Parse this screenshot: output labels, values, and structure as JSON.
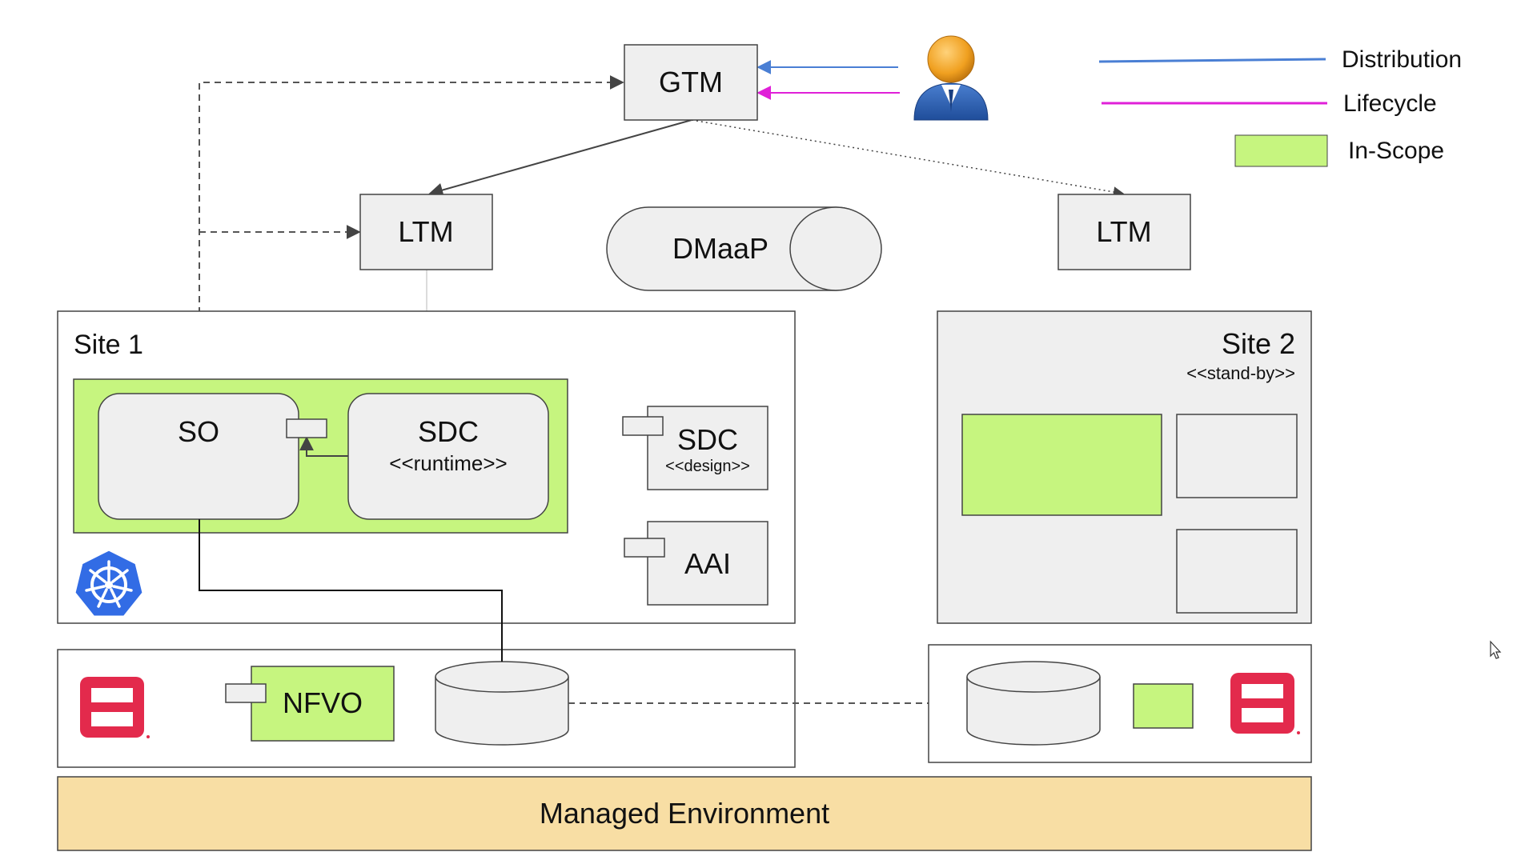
{
  "diagram": {
    "gtm_label": "GTM",
    "ltm_left_label": "LTM",
    "ltm_right_label": "LTM",
    "dmaap_label": "DMaaP",
    "site1": {
      "title": "Site 1",
      "so_label": "SO",
      "sdc_runtime_label": "SDC",
      "sdc_runtime_stereotype": "<<runtime>>",
      "sdc_design_label": "SDC",
      "sdc_design_stereotype": "<<design>>",
      "aai_label": "AAI"
    },
    "site2": {
      "title": "Site 2",
      "stereotype": "<<stand-by>>"
    },
    "infra1": {
      "nfvo_label": "NFVO"
    },
    "managed_environment_label": "Managed Environment",
    "legend": {
      "distribution_label": "Distribution",
      "lifecycle_label": "Lifecycle",
      "in_scope_label": "In-Scope"
    },
    "icons": {
      "user": "user-icon",
      "kubernetes": "kubernetes-icon",
      "openstack": "openstack-icon",
      "cursor": "mouse-cursor-icon"
    },
    "colors": {
      "in_scope": "#c6f57f",
      "box_fill": "#efefef",
      "distribution": "#4a7fd4",
      "lifecycle": "#e020d8",
      "managed_env": "#f8dea4",
      "openstack_red": "#e32a4c",
      "kubernetes_blue": "#326ce5"
    }
  }
}
